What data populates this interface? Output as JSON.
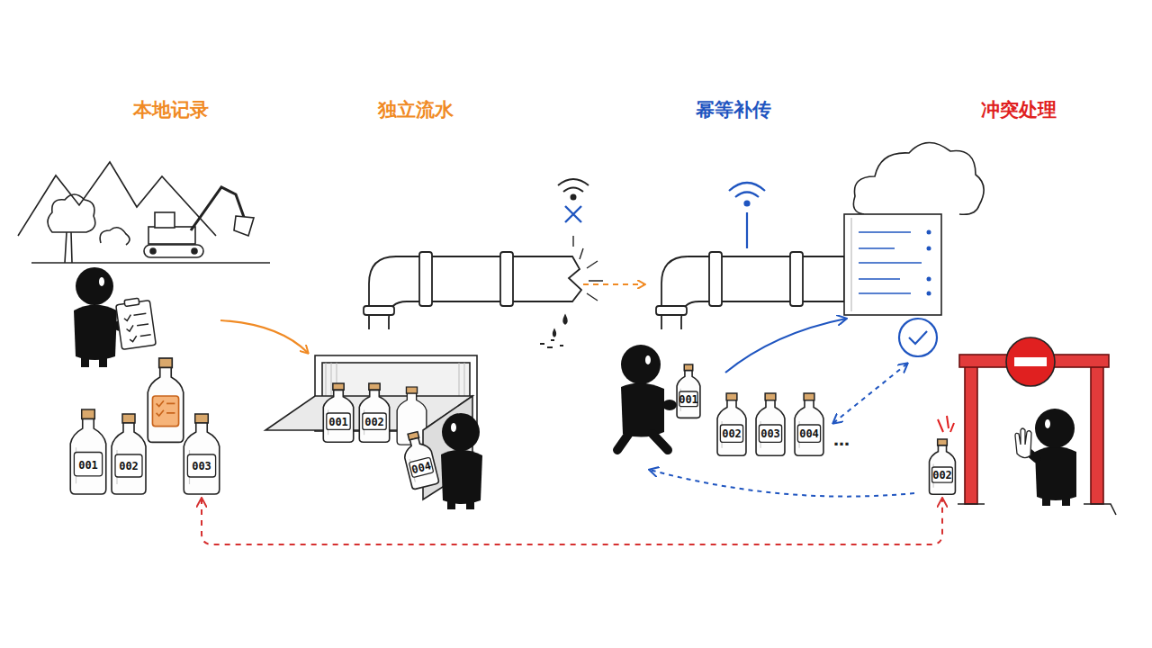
{
  "diagram": {
    "nodes": [
      {
        "text": [
          "001"
        ]
      },
      {
        "text": [
          "002"
        ]
      },
      {
        "text": [
          "003"
        ]
      },
      {
        "text": [
          "001"
        ]
      },
      {
        "text": [
          "002"
        ]
      },
      {
        "text": [
          "004"
        ]
      },
      {
        "text": [
          "001"
        ]
      },
      {
        "text": [
          "002"
        ]
      },
      {
        "text": [
          "003"
        ]
      },
      {
        "text": [
          "004"
        ]
      },
      {
        "text": [
          "002"
        ]
      }
    ],
    "edges": [
      {
        "from": 2,
        "to": 10,
        "arrow": "both"
      }
    ],
    "labels": [
      "本地记录",
      "独立流水",
      "幂等补传",
      "冲突处理",
      "…"
    ]
  }
}
